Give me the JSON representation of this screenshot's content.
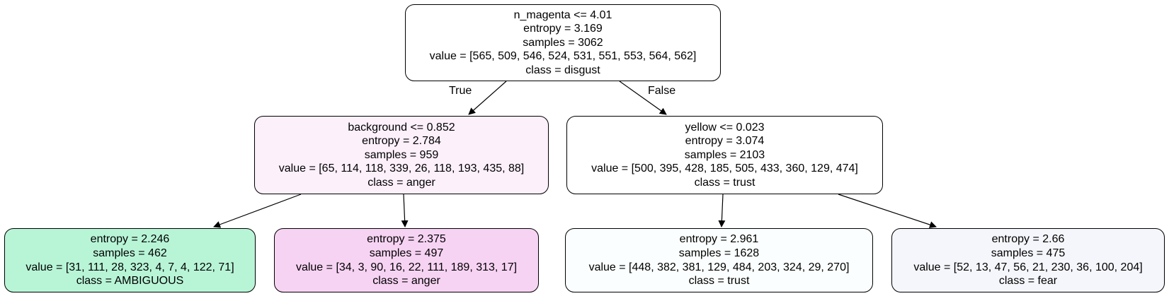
{
  "tree": {
    "nodes": [
      {
        "id": "root",
        "lines": [
          "n_magenta <= 4.01",
          "entropy = 3.169",
          "samples = 3062",
          "value = [565, 509, 546, 524, 531, 551, 553, 564, 562]",
          "class = disgust"
        ],
        "fill": "#ffffff"
      },
      {
        "id": "left",
        "lines": [
          "background <= 0.852",
          "entropy = 2.784",
          "samples = 959",
          "value = [65, 114, 118, 339, 26, 118, 193, 435, 88]",
          "class = anger"
        ],
        "fill": "#fcf0fb"
      },
      {
        "id": "right",
        "lines": [
          "yellow <= 0.023",
          "entropy = 3.074",
          "samples = 2103",
          "value = [500, 395, 428, 185, 505, 433, 360, 129, 474]",
          "class = trust"
        ],
        "fill": "#ffffff"
      },
      {
        "id": "leaf1",
        "lines": [
          "entropy = 2.246",
          "samples = 462",
          "value = [31, 111, 28, 323, 4, 7, 4, 122, 71]",
          "class = AMBIGUOUS"
        ],
        "fill": "#b8f5d7"
      },
      {
        "id": "leaf2",
        "lines": [
          "entropy = 2.375",
          "samples = 497",
          "value = [34, 3, 90, 16, 22, 111, 189, 313, 17]",
          "class = anger"
        ],
        "fill": "#f7d3f3"
      },
      {
        "id": "leaf3",
        "lines": [
          "entropy = 2.961",
          "samples = 1628",
          "value = [448, 382, 381, 129, 484, 203, 324, 29, 270]",
          "class = trust"
        ],
        "fill": "#fbfefe"
      },
      {
        "id": "leaf4",
        "lines": [
          "entropy = 2.66",
          "samples = 475",
          "value = [52, 13, 47, 56, 21, 230, 36, 100, 204]",
          "class = fear"
        ],
        "fill": "#f5f6fb"
      }
    ],
    "edges": [
      {
        "from": "root",
        "to": "left",
        "label": "True"
      },
      {
        "from": "root",
        "to": "right",
        "label": "False"
      },
      {
        "from": "left",
        "to": "leaf1",
        "label": ""
      },
      {
        "from": "left",
        "to": "leaf2",
        "label": ""
      },
      {
        "from": "right",
        "to": "leaf3",
        "label": ""
      },
      {
        "from": "right",
        "to": "leaf4",
        "label": ""
      }
    ]
  }
}
